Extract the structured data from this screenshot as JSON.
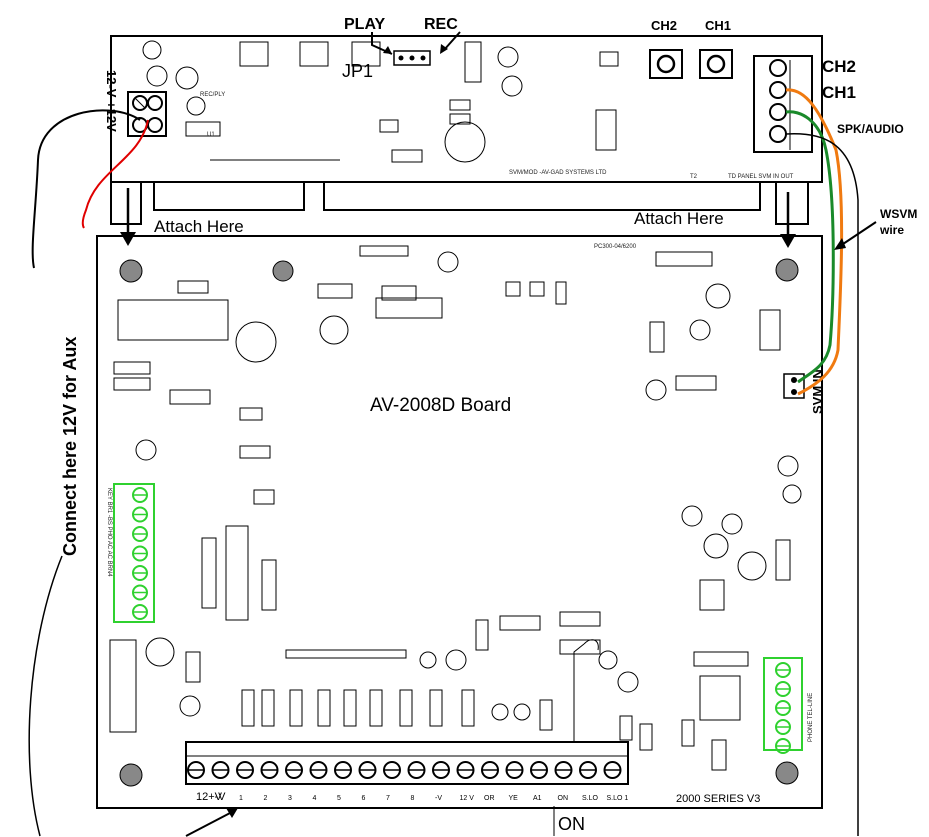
{
  "labels": {
    "play": "PLAY",
    "rec": "REC",
    "jp1": "JP1",
    "ch2_top": "CH2",
    "ch1_top": "CH1",
    "ch2_side": "CH2",
    "ch1_side": "CH1",
    "spk_audio": "SPK/AUDIO",
    "wsvm_wire_1": "WSVM",
    "wsvm_wire_2": "wire",
    "attach_left": "Attach Here",
    "attach_right": "Attach Here",
    "board_name": "AV-2008D Board",
    "svm_in": "SVM IN",
    "aux_note": "Connect here 12V for Aux",
    "series": "2000 SERIES V3",
    "on": "ON",
    "power_label": "12-V +12V",
    "svm_footer": "SVM/MOD -AV-GAD SYSTEMS LTD",
    "td_panel": "TD PANEL SVM IN OUT",
    "pc_code": "PC300-04/6200",
    "phone_tel": "PHONE TEL-LINE",
    "left_term": "KEY BR1 -BS PHO AC AC BRN4",
    "rec_play": "REC/PLY",
    "u1": "U1",
    "t2": "T2"
  },
  "bottom_terminal": [
    "12+V",
    "-V",
    "1",
    "2",
    "3",
    "4",
    "5",
    "6",
    "7",
    "8",
    "-V",
    "12 V",
    "OR",
    "YE",
    "A1",
    "ON",
    "S.LO",
    "S.LO 1"
  ],
  "colors": {
    "pcb_green": "#2fd12f",
    "wire_red": "#e00000",
    "wire_orange": "#f07a10",
    "wire_green": "#1a8a2a",
    "ink": "#000000"
  }
}
